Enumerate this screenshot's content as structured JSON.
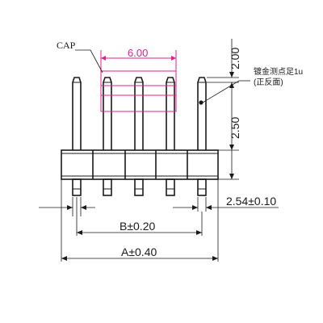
{
  "labels": {
    "cap": "CAP",
    "cap_width": "6.00",
    "tip_length": "2.00",
    "plating_note_line1": "镀金测点足1u",
    "plating_note_line2": "(正反面)",
    "pin_height": "2.50",
    "pitch": "2.54±0.10",
    "dim_b": "B±0.20",
    "dim_a": "A±0.40"
  },
  "colors": {
    "outline": "#1a1a1a",
    "cap_highlight": "#e0208f"
  },
  "pin_count": 5
}
